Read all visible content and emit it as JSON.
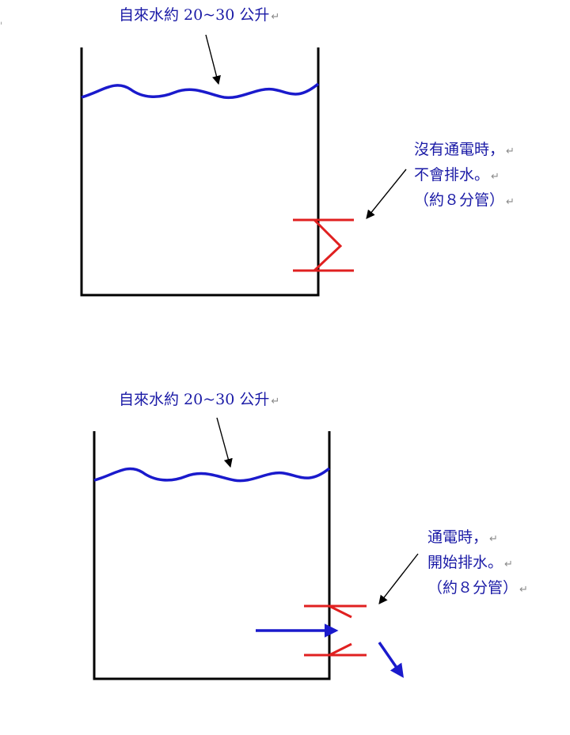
{
  "colors": {
    "wall": "#000000",
    "water": "#1a1acc",
    "valve": "#e02020",
    "text": "#1a1aa6",
    "arrow_flow": "#1a1acc"
  },
  "mark_glyph": "↵",
  "top": {
    "water_label": "自來水約 20~30 公升",
    "note_lines": [
      "沒有通電時，",
      "不會排水。",
      "（約８分管）"
    ]
  },
  "bottom": {
    "water_label": "自來水約 20~30 公升",
    "note_lines": [
      "通電時，",
      "開始排水。",
      "（約８分管）"
    ]
  }
}
